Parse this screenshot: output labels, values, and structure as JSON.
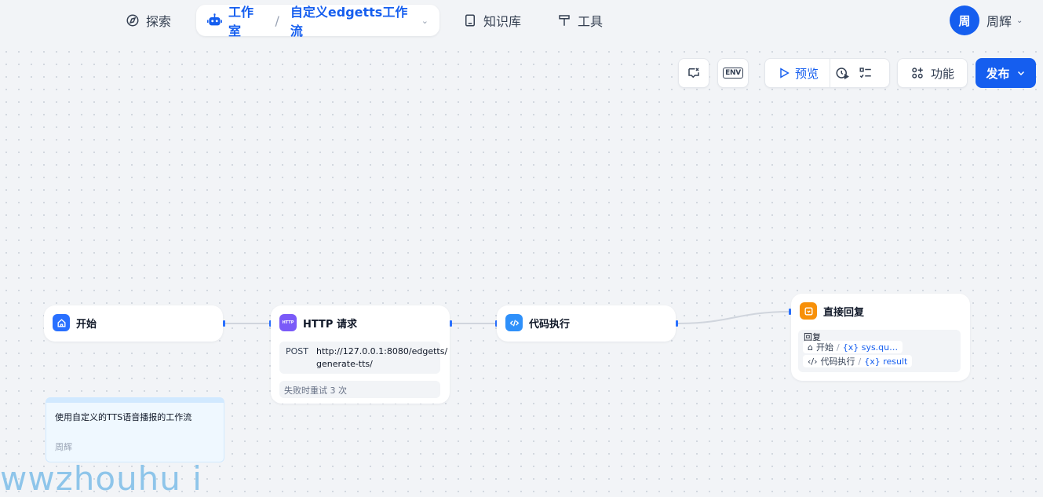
{
  "nav": {
    "explore": "探索",
    "studio": "工作室",
    "app_name": "自定义edgetts工作流",
    "knowledge": "知识库",
    "tools": "工具"
  },
  "user": {
    "avatar_initial": "周",
    "name": "周辉"
  },
  "toolbar": {
    "env_label": "ENV",
    "preview": "预览",
    "features": "功能",
    "publish": "发布"
  },
  "nodes": {
    "start": {
      "title": "开始"
    },
    "http": {
      "title": "HTTP 请求",
      "icon_label": "HTTP",
      "method": "POST",
      "url_line1": "http://127.0.0.1:8080/edgetts/",
      "url_line2": "generate-tts/",
      "retry": "失败时重试 3 次"
    },
    "code": {
      "title": "代码执行"
    },
    "answer": {
      "title": "直接回复",
      "section": "回复",
      "vars": [
        {
          "node": "开始",
          "var": "{x} sys.qu…"
        },
        {
          "node": "代码执行",
          "var": "{x} result"
        }
      ]
    }
  },
  "note": {
    "text": "使用自定义的TTS语音播报的工作流",
    "author": "周辉"
  },
  "watermark": "wwzhouhu i",
  "colors": {
    "accent": "#155eef",
    "start_icon": "#2970ff",
    "http_icon": "#7a5af8",
    "code_icon": "#2e90fa",
    "answer_icon": "#f79009"
  }
}
